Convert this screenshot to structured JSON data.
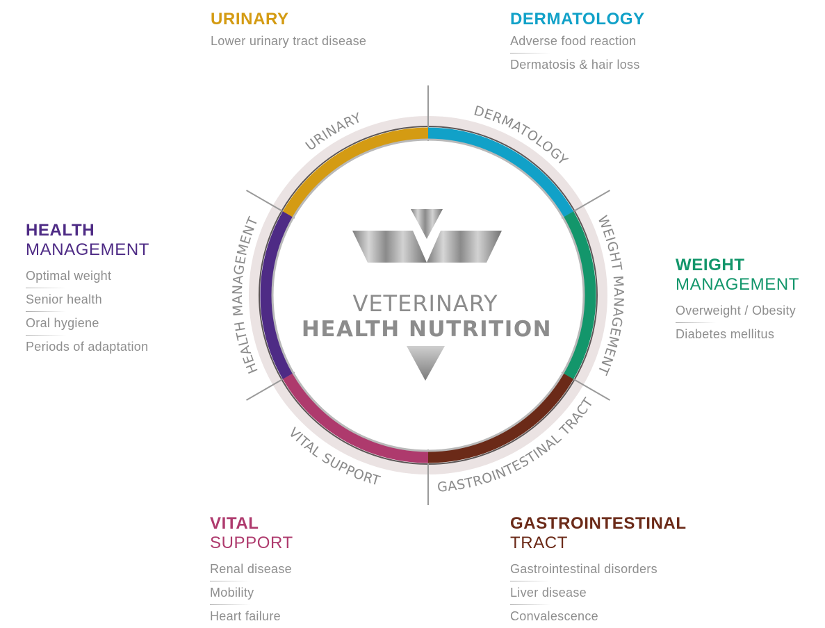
{
  "logo": {
    "line1": "VETERINARY",
    "line2": "HEALTH NUTRITION"
  },
  "segments": [
    {
      "id": "urinary",
      "ring_label": "URINARY",
      "color": "#d49b13"
    },
    {
      "id": "dermatology",
      "ring_label": "DERMATOLOGY",
      "color": "#11a1c8"
    },
    {
      "id": "weight",
      "ring_label": "WEIGHT MANAGEMENT",
      "color": "#13966b"
    },
    {
      "id": "gastro",
      "ring_label": "GASTROINTESTINAL TRACT",
      "color": "#6b2a18"
    },
    {
      "id": "vital",
      "ring_label": "VITAL SUPPORT",
      "color": "#ae3a6d"
    },
    {
      "id": "health",
      "ring_label": "HEALTH MANAGEMENT",
      "color": "#4e2b85"
    }
  ],
  "categories": {
    "urinary": {
      "title_bold": "URINARY",
      "title_light": "",
      "color": "#d49b13",
      "items": [
        "Lower urinary tract disease"
      ]
    },
    "dermatology": {
      "title_bold": "DERMATOLOGY",
      "title_light": "",
      "color": "#11a1c8",
      "items": [
        "Adverse food reaction",
        "Dermatosis & hair loss"
      ]
    },
    "health": {
      "title_bold": "HEALTH",
      "title_light": "MANAGEMENT",
      "color": "#4e2b85",
      "items": [
        "Optimal weight",
        "Senior health",
        "Oral hygiene",
        "Periods of adaptation"
      ]
    },
    "weight": {
      "title_bold": "WEIGHT",
      "title_light": "MANAGEMENT",
      "color": "#13966b",
      "items": [
        "Overweight / Obesity",
        "Diabetes mellitus"
      ]
    },
    "vital": {
      "title_bold": "VITAL",
      "title_light": "SUPPORT",
      "color": "#ae3a6d",
      "items": [
        "Renal disease",
        "Mobility",
        "Heart failure"
      ]
    },
    "gastro": {
      "title_bold": "GASTROINTESTINAL",
      "title_light": "TRACT",
      "color": "#6b2a18",
      "items": [
        "Gastrointestinal disorders",
        "Liver disease",
        "Convalescence"
      ]
    }
  }
}
